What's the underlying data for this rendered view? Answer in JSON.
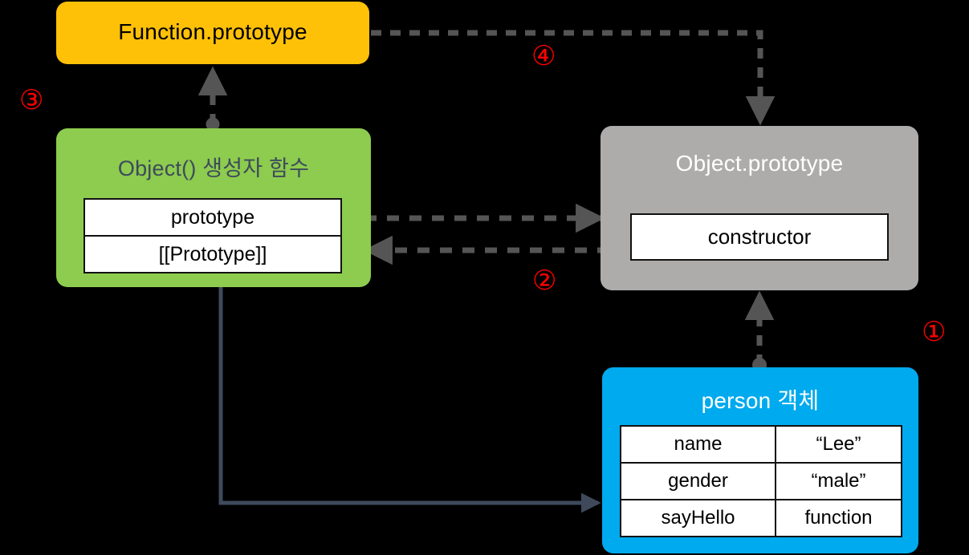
{
  "diagram": {
    "title": "JavaScript prototype chain diagram",
    "background": "#000000",
    "colors": {
      "function_prototype": "#FFC107",
      "object_constructor": "#8DCC4E",
      "object_prototype": "#AEACAB",
      "person_object": "#00AAEE",
      "dashed_edge": "#555555",
      "solid_edge": "#3E4A5C",
      "step_number": "#FF0000",
      "green_title_text": "#3E4A5C"
    }
  },
  "nodes": {
    "function_prototype": {
      "title": "Function.prototype",
      "rows": []
    },
    "object_constructor": {
      "title": "Object() 생성자 함수",
      "rows": [
        {
          "label": "prototype"
        },
        {
          "label": "[[Prototype]]"
        }
      ]
    },
    "object_prototype": {
      "title": "Object.prototype",
      "rows": [
        {
          "label": "constructor"
        }
      ]
    },
    "person_object": {
      "title": "person 객체",
      "rows": [
        {
          "key": "name",
          "value": "“Lee”"
        },
        {
          "key": "gender",
          "value": "“male”"
        },
        {
          "key": "sayHello",
          "value": "function"
        }
      ]
    }
  },
  "steps": [
    {
      "id": "1",
      "label": "①"
    },
    {
      "id": "2",
      "label": "②"
    },
    {
      "id": "3",
      "label": "③"
    },
    {
      "id": "4",
      "label": "④"
    }
  ],
  "edges": [
    {
      "name": "person-to-object-prototype",
      "step": "1",
      "style": "dashed",
      "from": "person_object",
      "to": "object_prototype"
    },
    {
      "name": "object-constructor-prototype-to-object-prototype",
      "step": "2",
      "style": "dashed",
      "from": "object_constructor.prototype",
      "to": "object_prototype"
    },
    {
      "name": "object-prototype-constructor-to-object-constructor",
      "step": "2",
      "style": "dashed",
      "from": "object_prototype.constructor",
      "to": "object_constructor"
    },
    {
      "name": "object-constructor-to-function-prototype",
      "step": "3",
      "style": "dashed",
      "from": "object_constructor",
      "to": "function_prototype"
    },
    {
      "name": "function-prototype-to-object-prototype",
      "step": "4",
      "style": "dashed",
      "from": "function_prototype",
      "to": "object_prototype"
    },
    {
      "name": "object-constructor-creates-person",
      "style": "solid",
      "from": "object_constructor",
      "to": "person_object"
    }
  ]
}
